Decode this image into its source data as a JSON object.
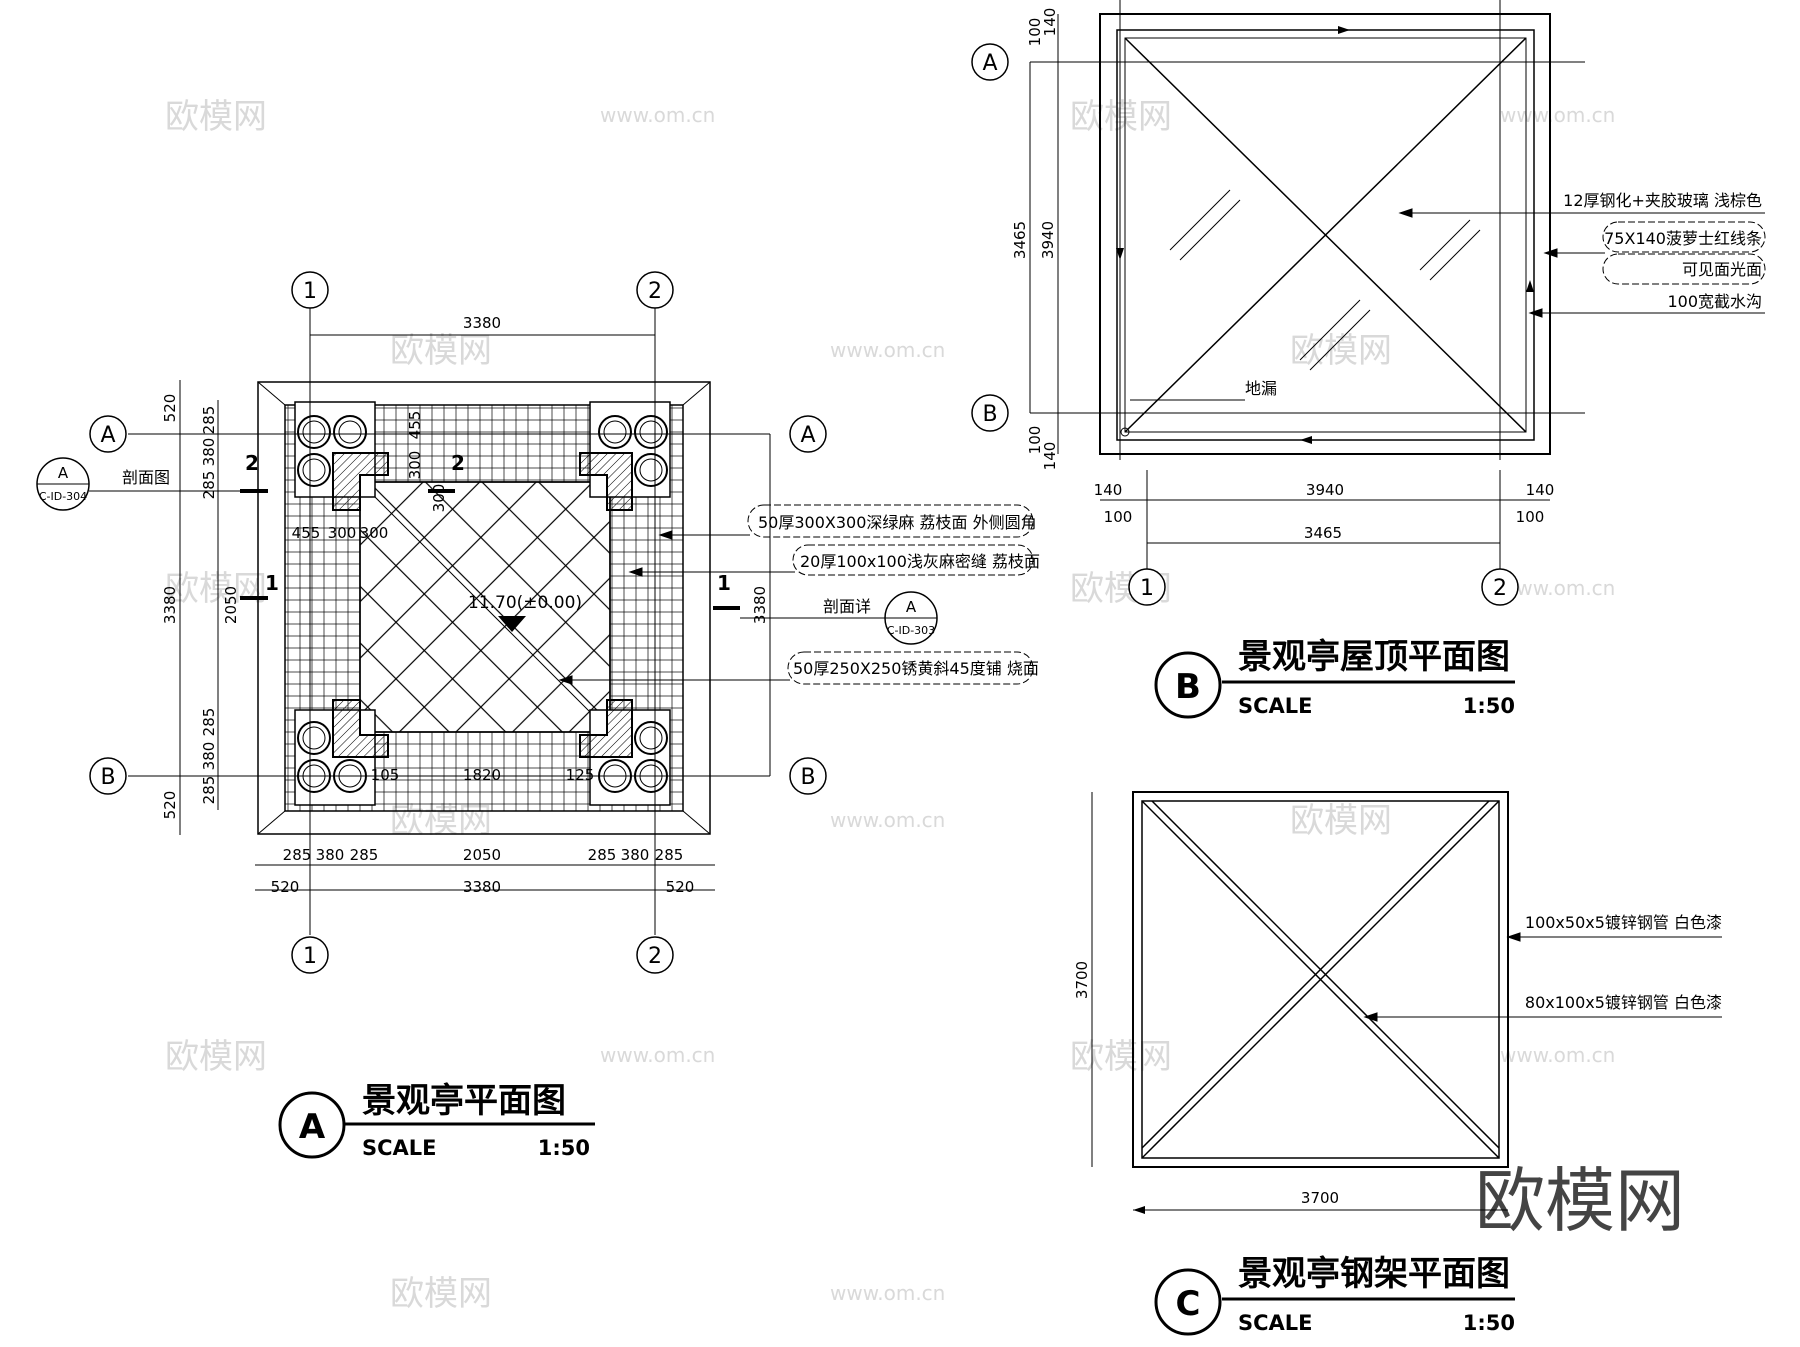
{
  "watermark": {
    "brand": "欧模网",
    "url": "www.om.cn"
  },
  "plan_a": {
    "title": "景观亭平面图",
    "badge": "A",
    "scale_label": "SCALE",
    "scale_value": "1:50",
    "grid": {
      "col1": "1",
      "col2": "2",
      "rowA": "A",
      "rowB": "B"
    },
    "dims_top": {
      "overall": "3380"
    },
    "dims_bottom": {
      "d1": "285",
      "d2": "380",
      "d3": "285",
      "mid": "2050",
      "d4": "285",
      "d5": "380",
      "d6": "285",
      "left": "520",
      "overall": "3380",
      "right": "520"
    },
    "dims_left": {
      "top": "520",
      "middle": "3380",
      "bottom": "520",
      "t1": "285",
      "t2": "380",
      "t3": "285",
      "mid": "2050",
      "b1": "285",
      "b2": "380",
      "b3": "285"
    },
    "dims_right": {
      "overall": "3380"
    },
    "dims_inner": {
      "a": "455",
      "b": "300",
      "c": "300",
      "v1": "455",
      "v2": "300",
      "v3": "300",
      "w1": "105",
      "w2": "1820",
      "w3": "125"
    },
    "elevation": "11.70(±0.00)",
    "section_mark_2": "2",
    "section_mark_1": "1",
    "section_label": "剖面图",
    "section_badge": {
      "letter": "A",
      "code": "C-ID-304"
    },
    "detail_label": "剖面详",
    "detail_badge": {
      "letter": "A",
      "code": "C-ID-303"
    },
    "notes": [
      "50厚300X300深绿麻  荔枝面  外侧圆角",
      "20厚100x100浅灰麻密缝  荔枝面",
      "50厚250X250锈黄斜45度铺  烧面"
    ]
  },
  "plan_b": {
    "title": "景观亭屋顶平面图",
    "badge": "B",
    "scale_label": "SCALE",
    "scale_value": "1:50",
    "grid": {
      "rowA": "A",
      "rowB": "B",
      "col1": "1",
      "col2": "2"
    },
    "dims_left": {
      "a": "100",
      "b": "140",
      "outer": "3940",
      "inner": "3465",
      "c": "100",
      "d": "140"
    },
    "dims_bottom": {
      "l1": "140",
      "l2": "100",
      "overall": "3940",
      "r1": "140",
      "r2": "100",
      "inner": "3465"
    },
    "drain_label": "地漏",
    "notes": [
      "12厚钢化+夹胶玻璃  浅棕色",
      "75X140菠萝士红线条",
      "可见面光面",
      "100宽截水沟"
    ]
  },
  "plan_c": {
    "title": "景观亭钢架平面图",
    "badge": "C",
    "scale_label": "SCALE",
    "scale_value": "1:50",
    "dim_left": "3700",
    "dim_bottom": "3700",
    "notes": [
      "100x50x5镀锌钢管  白色漆",
      "80x100x5镀锌钢管  白色漆"
    ]
  }
}
